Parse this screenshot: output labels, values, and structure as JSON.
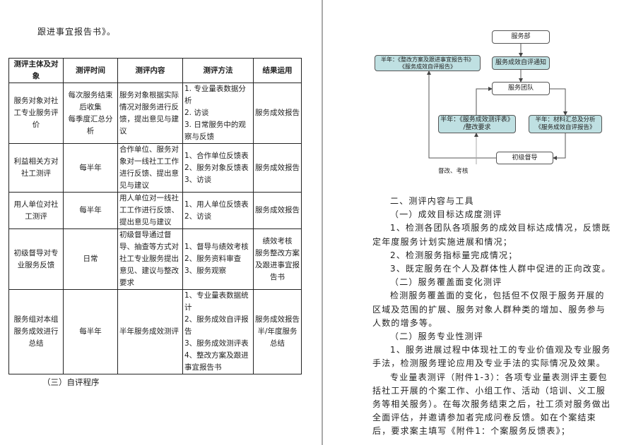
{
  "left_page": {
    "top_line": "跟进事宜报告书》。",
    "table": {
      "headers": [
        "测评主体及对象",
        "测评时间",
        "测评内容",
        "测评方法",
        "结果运用"
      ],
      "rows": [
        [
          "服务对象对社工专业服务评价",
          "每次服务结束后收集\n每季度汇总分析",
          "服务对象根据实际情况对服务进行反馈，提出意见与建议",
          "1. 专业量表数据分析\n2. 访谈\n3. 日常服务中的观察与反馈",
          "服务成效报告"
        ],
        [
          "利益相关方对社工测评",
          "每半年",
          "合作单位、服务对象对一线社工工作进行反馈、提出意见与建议",
          "1、合作单位反馈表\n2、服务对象反馈表\n3、访谈",
          "服务成效报告"
        ],
        [
          "用人单位对社工测评",
          "每半年",
          "用人单位对一线社工工作进行反馈、提出意见与建议",
          "1、用人单位反馈表\n2、访谈",
          "服务成效报告"
        ],
        [
          "初级督导对专业服务反馈",
          "日常",
          "初级督导通过督导、抽查等方式对社工专业服务提出意见、建议与整改要求",
          "1、督导与绩效考核\n2、服务资料审查\n3、服务观察",
          "绩效考核\n服务整改方案及跟进事宜报告书"
        ],
        [
          "服务组对本组服务成效进行总结",
          "每半年",
          "半年服务成效测评",
          "1、专业量表数据统计\n2、服务成效自评报告\n3、服务成效测评表\n4、整改方案及跟进事宜报告书",
          "服务成效报告\n半/年度服务总结"
        ]
      ]
    },
    "section_heading": "（三）自评程序"
  },
  "flowchart": {
    "service_dept": "服务部",
    "notice": "服务成效自评通知",
    "left_box": "半年：《整改方案及跟进事宜报告书》\n《服务成效自评报告》",
    "team": "服务团队",
    "middle_box": "半年：《服务成效测评表》\n/整改要求",
    "right_box": "半年：材料汇总及分析\n《服务成效自评报告》",
    "supervisor": "初级督导",
    "edge_label": "督改、考核"
  },
  "right_page": {
    "paragraphs": [
      {
        "text": "二、测评内容与工具",
        "indent": true
      },
      {
        "text": "（一）成效目标达成度测评",
        "indent": true
      },
      {
        "text": "1、检测各团队各项服务的成效目标达成情况，反馈既定年度服务计划实施进展和情况；",
        "indent": true
      },
      {
        "text": "2、检测服务指标量完成情况；",
        "indent": true
      },
      {
        "text": "3、既定服务在个人及群体性人群中促进的正向改变。",
        "indent": true
      },
      {
        "text": "（二）服务覆盖面变化测评",
        "indent": true
      },
      {
        "text": "检测服务覆盖面的变化，包括但不仅限于服务开展的区域及范围的扩展、服务对象人群种类的增加、服务参与人数的增多等。",
        "indent": true
      },
      {
        "text": "（二）服务专业性测评",
        "indent": true
      },
      {
        "text": "1、服务进展过程中体现社工的专业价值观及专业服务手法，检测服务理论应用及专业手法的实际情况及效果。",
        "indent": true
      },
      {
        "text": "专业量表测评（附件1-3）：各项专业量表测评主要包括社工开展的个案工作、小组工作、活动（培训、义工服务等相关服务）。在每次服务结束之后，社工须对服务做出全面评估，并邀请参加者完成问卷反馈。如在个案结束后，要求案主填写《附件1：个案服务反馈表》；",
        "indent": true
      }
    ]
  },
  "colors": {
    "teal": "#bfe0e2",
    "divider": "#aaaaaa"
  }
}
